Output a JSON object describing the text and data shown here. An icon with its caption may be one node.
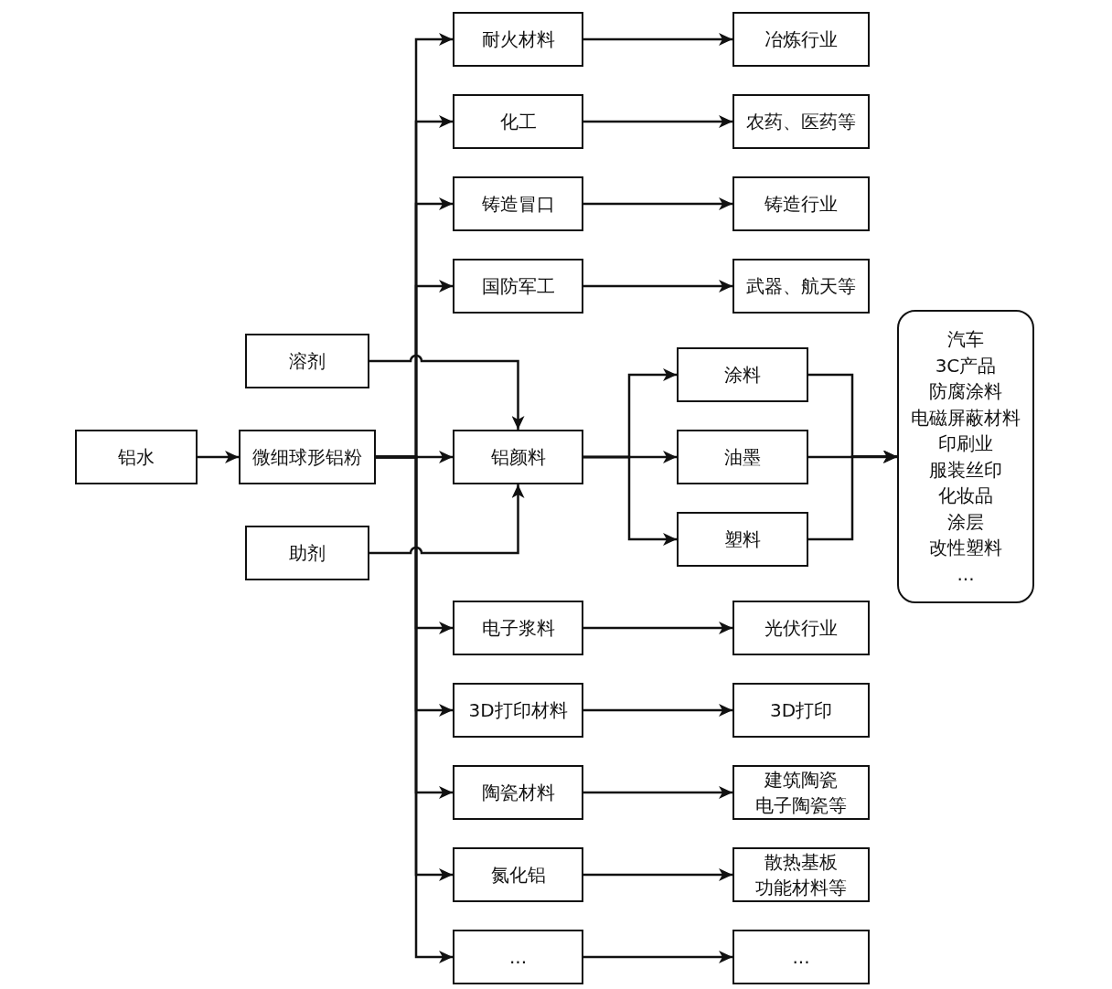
{
  "diagram": {
    "nodes": [
      {
        "text": [
          "铝水"
        ]
      },
      {
        "text": [
          "微细球形铝粉"
        ]
      },
      {
        "text": [
          "溶剂"
        ]
      },
      {
        "text": [
          "助剂"
        ]
      },
      {
        "text": [
          "耐火材料"
        ]
      },
      {
        "text": [
          "化工"
        ]
      },
      {
        "text": [
          "铸造冒口"
        ]
      },
      {
        "text": [
          "国防军工"
        ]
      },
      {
        "text": [
          "铝颜料"
        ]
      },
      {
        "text": [
          "电子浆料"
        ]
      },
      {
        "text": [
          "3D打印材料"
        ]
      },
      {
        "text": [
          "陶瓷材料"
        ]
      },
      {
        "text": [
          "氮化铝"
        ]
      },
      {
        "text": [
          "..."
        ]
      },
      {
        "text": [
          "冶炼行业"
        ]
      },
      {
        "text": [
          "农药、医药等"
        ]
      },
      {
        "text": [
          "铸造行业"
        ]
      },
      {
        "text": [
          "武器、航天等"
        ]
      },
      {
        "text": [
          "光伏行业"
        ]
      },
      {
        "text": [
          "3D打印"
        ]
      },
      {
        "text": [
          "建筑陶瓷",
          "电子陶瓷等"
        ]
      },
      {
        "text": [
          "散热基板",
          "功能材料等"
        ]
      },
      {
        "text": [
          "..."
        ]
      },
      {
        "text": [
          "涂料"
        ]
      },
      {
        "text": [
          "油墨"
        ]
      },
      {
        "text": [
          "塑料"
        ]
      },
      {
        "text": [
          "汽车",
          "3C产品",
          "防腐涂料",
          "电磁屏蔽材料",
          "印刷业",
          "服装丝印",
          "化妆品",
          "涂层",
          "改性塑料",
          "..."
        ]
      }
    ],
    "edges": [
      {
        "from": 0,
        "to": 1,
        "arrow": "to"
      },
      {
        "from": 1,
        "to": 4,
        "arrow": "to"
      },
      {
        "from": 1,
        "to": 5,
        "arrow": "to"
      },
      {
        "from": 1,
        "to": 6,
        "arrow": "to"
      },
      {
        "from": 1,
        "to": 7,
        "arrow": "to"
      },
      {
        "from": 1,
        "to": 8,
        "arrow": "to"
      },
      {
        "from": 1,
        "to": 9,
        "arrow": "to"
      },
      {
        "from": 1,
        "to": 10,
        "arrow": "to"
      },
      {
        "from": 1,
        "to": 11,
        "arrow": "to"
      },
      {
        "from": 1,
        "to": 12,
        "arrow": "to"
      },
      {
        "from": 1,
        "to": 13,
        "arrow": "to"
      },
      {
        "from": 2,
        "to": 8,
        "arrow": "to"
      },
      {
        "from": 3,
        "to": 8,
        "arrow": "to"
      },
      {
        "from": 4,
        "to": 14,
        "arrow": "to"
      },
      {
        "from": 5,
        "to": 15,
        "arrow": "to"
      },
      {
        "from": 6,
        "to": 16,
        "arrow": "to"
      },
      {
        "from": 7,
        "to": 17,
        "arrow": "to"
      },
      {
        "from": 9,
        "to": 18,
        "arrow": "to"
      },
      {
        "from": 10,
        "to": 19,
        "arrow": "to"
      },
      {
        "from": 11,
        "to": 20,
        "arrow": "to"
      },
      {
        "from": 12,
        "to": 21,
        "arrow": "to"
      },
      {
        "from": 13,
        "to": 22,
        "arrow": "to"
      },
      {
        "from": 8,
        "to": 23,
        "arrow": "to"
      },
      {
        "from": 8,
        "to": 24,
        "arrow": "to"
      },
      {
        "from": 8,
        "to": 25,
        "arrow": "to"
      },
      {
        "from": 23,
        "to": 26,
        "arrow": "to"
      },
      {
        "from": 24,
        "to": 26,
        "arrow": "to"
      },
      {
        "from": 25,
        "to": 26,
        "arrow": "to"
      }
    ]
  }
}
